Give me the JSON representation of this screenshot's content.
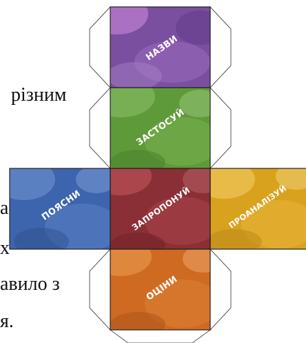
{
  "background_text": {
    "word_1": "різним",
    "fragment_1": "а",
    "fragment_2": "х",
    "fragment_3": "авило з",
    "fragment_4": "я."
  },
  "cube_net": {
    "faces": [
      {
        "id": "top",
        "label": "НАЗВИ",
        "color": "#7b4fa0"
      },
      {
        "id": "upper",
        "label": "ЗАСТОСУЙ",
        "color": "#5f9a3a"
      },
      {
        "id": "left",
        "label": "ПОЯСНИ",
        "color": "#3c65ad"
      },
      {
        "id": "center",
        "label": "ЗАПРОПОНУЙ",
        "color": "#8a2f35"
      },
      {
        "id": "right",
        "label": "ПРОАНАЛІЗУЙ",
        "color": "#d9a21e"
      },
      {
        "id": "bottom",
        "label": "ОЦІНИ",
        "color": "#cf6a22"
      }
    ]
  }
}
